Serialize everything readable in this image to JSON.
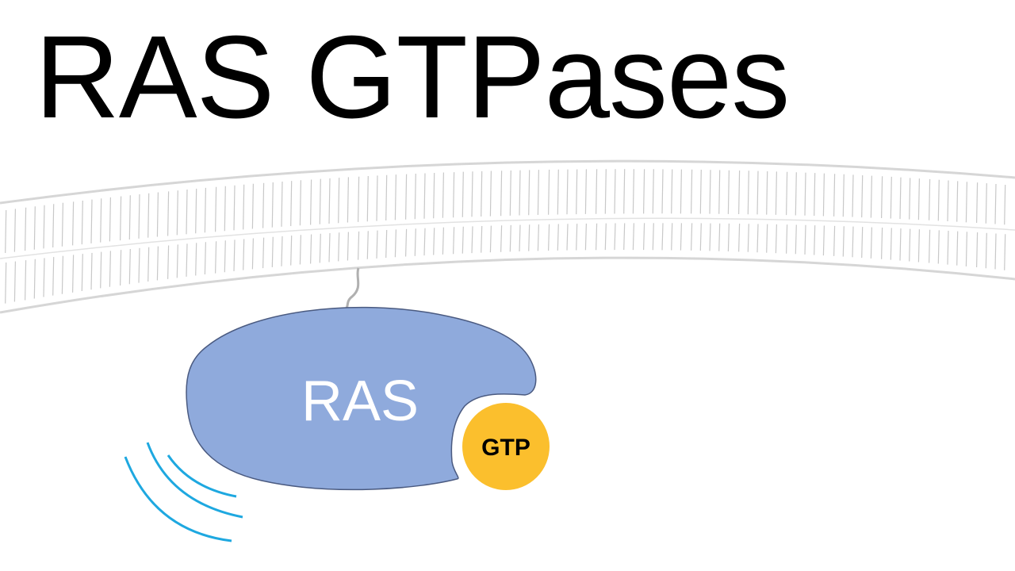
{
  "title": "RAS GTPases",
  "diagram": {
    "protein_label": "RAS",
    "nucleotide_label": "GTP",
    "colors": {
      "protein_fill": "#8faadc",
      "protein_stroke": "#4a5a80",
      "nucleotide_fill": "#fbbf2d",
      "membrane_line": "#d6d6d6",
      "membrane_stripe": "#c8c8c8",
      "anchor": "#b0b0b0",
      "motion_waves": "#1ea8e0",
      "text_light": "#ffffff",
      "text_dark": "#000000"
    },
    "motion_wave_count": 3
  }
}
